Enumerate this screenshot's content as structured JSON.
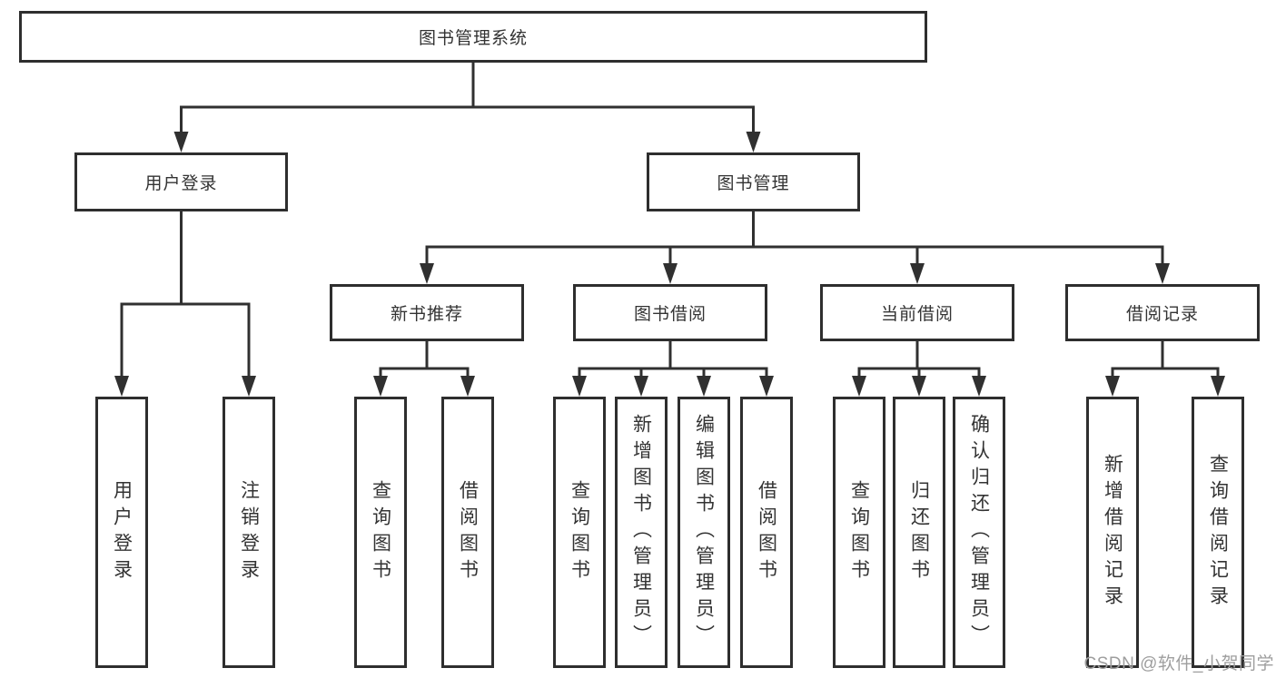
{
  "root": {
    "label": "图书管理系统"
  },
  "level2": {
    "user_login": {
      "label": "用户登录"
    },
    "book_management": {
      "label": "图书管理"
    }
  },
  "level3": {
    "new_book_recommendation": {
      "label": "新书推荐"
    },
    "book_borrowing": {
      "label": "图书借阅"
    },
    "current_borrowing": {
      "label": "当前借阅"
    },
    "borrowing_records": {
      "label": "借阅记录"
    }
  },
  "leaves": {
    "user_login": {
      "label": "用户登录"
    },
    "logout": {
      "label": "注销登录"
    },
    "recommend_query_books": {
      "label": "查询图书"
    },
    "recommend_borrow_books": {
      "label": "借阅图书"
    },
    "borrowing_query_books": {
      "label": "查询图书"
    },
    "add_book_admin": {
      "label": "新增图书（管理员）"
    },
    "edit_book_admin": {
      "label": "编辑图书（管理员）"
    },
    "borrowing_borrow_books": {
      "label": "借阅图书"
    },
    "current_query_books": {
      "label": "查询图书"
    },
    "return_books": {
      "label": "归还图书"
    },
    "confirm_return_admin": {
      "label": "确认归还（管理员）"
    },
    "new_borrow_record": {
      "label": "新增借阅记录"
    },
    "query_borrow_record": {
      "label": "查询借阅记录"
    }
  },
  "watermark": {
    "label": "CSDN @软件_小贺同学"
  },
  "colors": {
    "line": "#303030",
    "box_border": "#2e2e2e",
    "text": "#333333",
    "watermark": "#9e9e9e",
    "background": "#ffffff"
  }
}
